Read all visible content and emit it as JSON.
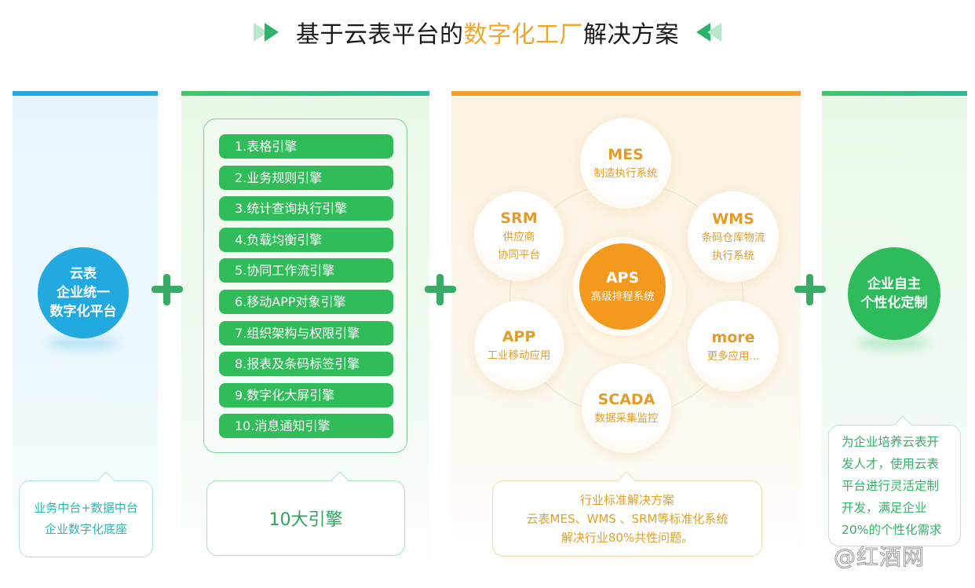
{
  "title": {
    "prefix": "基于云表平台的",
    "highlight": "数字化工厂",
    "suffix": "解决方案"
  },
  "colors": {
    "blue": "#22a9e0",
    "green": "#2fbc59",
    "orange": "#f39a1e",
    "accent_title": "#f5a623"
  },
  "column1": {
    "badge_lines": [
      "云表",
      "企业统一",
      "数字化平台"
    ],
    "bubble_lines": [
      "业务中台+数据中台",
      "企业数字化底座"
    ]
  },
  "column2": {
    "engines": [
      "1.表格引擎",
      "2.业务规则引擎",
      "3.统计查询执行引擎",
      "4.负载均衡引擎",
      "5.协同工作流引擎",
      "6.移动APP对象引擎",
      "7.组织架构与权限引擎",
      "8.报表及条码标签引擎",
      "9.数字化大屏引擎",
      "10.消息通知引擎"
    ],
    "bubble_text": "10大引擎"
  },
  "column3": {
    "center": {
      "abbr": "APS",
      "desc": "高级排程系统"
    },
    "nodes": {
      "mes": {
        "abbr": "MES",
        "desc": [
          "制造执行系统"
        ]
      },
      "srm": {
        "abbr": "SRM",
        "desc": [
          "供应商",
          "协同平台"
        ]
      },
      "wms": {
        "abbr": "WMS",
        "desc": [
          "条码仓库物流",
          "执行系统"
        ]
      },
      "app": {
        "abbr": "APP",
        "desc": [
          "工业移动应用"
        ]
      },
      "more": {
        "abbr": "more",
        "desc": [
          "更多应用..."
        ]
      },
      "scada": {
        "abbr": "SCADA",
        "desc": [
          "数据采集监控"
        ]
      }
    },
    "bubble_lines": [
      "行业标准解决方案",
      "云表MES、WMS 、SRM等标准化系统",
      "解决行业80%共性问题。"
    ]
  },
  "column4": {
    "badge_lines": [
      "企业自主",
      "个性化定制"
    ],
    "bubble_lines": [
      "为企业培养云表开",
      "发人才，使用云表",
      "平台进行灵活定制",
      "开发，满足企业",
      "20%的个性化需求"
    ]
  },
  "watermark": "@红酒网"
}
